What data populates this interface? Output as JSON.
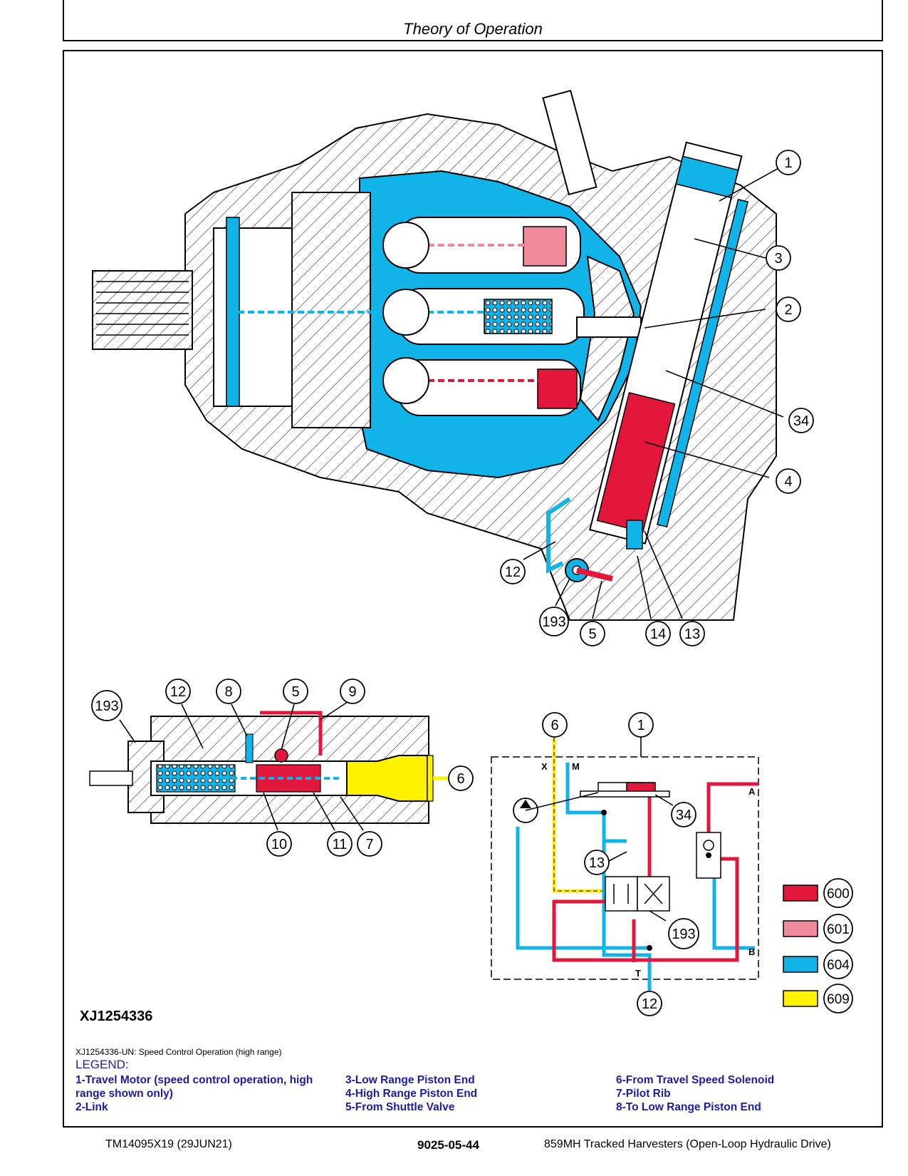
{
  "header": {
    "title": "Theory of Operation"
  },
  "figure": {
    "id": "XJ1254336",
    "caption": "XJ1254336-UN: Speed Control Operation (high range)",
    "main_callouts": [
      "1",
      "3",
      "2",
      "34",
      "4",
      "12",
      "193",
      "5",
      "14",
      "13"
    ],
    "detail_callouts": [
      "193",
      "12",
      "8",
      "5",
      "9",
      "6",
      "10",
      "11",
      "7"
    ],
    "schematic_callouts": [
      "6",
      "1",
      "34",
      "13",
      "193",
      "12"
    ],
    "schematic_ports": {
      "x": "X",
      "m": "M",
      "a": "A",
      "b": "B",
      "t": "T"
    },
    "color_keys": [
      {
        "code": "600",
        "color": "#e3163c"
      },
      {
        "code": "601",
        "color": "#f08a9a"
      },
      {
        "code": "604",
        "color": "#10b4e8"
      },
      {
        "code": "609",
        "color": "#fff200"
      }
    ]
  },
  "legend": {
    "title": "LEGEND:",
    "items": [
      "1-Travel Motor (speed control operation, high range shown only)",
      "2-Link",
      "3-Low Range Piston End",
      "4-High Range Piston End",
      "5-From Shuttle Valve",
      "6-From Travel Speed Solenoid",
      "7-Pilot Rib",
      "8-To Low Range Piston End"
    ]
  },
  "footer": {
    "left": "TM14095X19 (29JUN21)",
    "center": "9025-05-44",
    "right": "859MH Tracked Harvesters (Open-Loop Hydraulic Drive)"
  }
}
